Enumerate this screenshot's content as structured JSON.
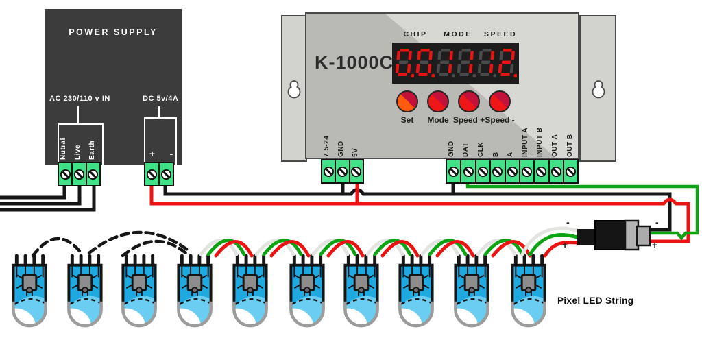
{
  "colors": {
    "black": "#161616",
    "red": "#ec1313",
    "green": "#0da414",
    "white_wire": "#e3e3e0",
    "terminal_green": "#41e287",
    "led_blue": "#1fa9e1",
    "led_blue_light": "#6ccdf2",
    "psu_body": "#3c3c3c",
    "controller_light": "#d7d7d3",
    "controller_dark": "#b9b9b5",
    "display_bg": "#1d1d1d",
    "display_lit": "#e81414",
    "display_ghost": "#4a4a4a",
    "button_red": "#ee1616",
    "button_dark": "#c3123a",
    "button_orange": "#ff5a0e"
  },
  "power_supply": {
    "title": "POWER SUPPLY",
    "ac_label": "AC 230/110 v IN",
    "dc_label": "DC 5v/4A",
    "ac_terminals": [
      "Nutral",
      "Live",
      "Earth"
    ],
    "dc_terminals": [
      "+",
      "-"
    ]
  },
  "controller": {
    "model": "K-1000C",
    "display_section_labels": [
      "CHIP",
      "MODE",
      "SPEED"
    ],
    "display": {
      "digits": [
        {
          "value": "0",
          "dot": true
        },
        {
          "value": "0",
          "dot": true
        },
        {
          "value": "1",
          "dot": false
        },
        {
          "value": "1",
          "dot": false
        },
        {
          "value": "1",
          "dot": false
        },
        {
          "value": "2",
          "dot": true
        }
      ],
      "values": {
        "chip": "00",
        "mode": "11",
        "speed": "12"
      }
    },
    "buttons": [
      "Set",
      "Mode",
      "Speed +",
      "Speed -"
    ],
    "power_terminals": [
      "7.5-24",
      "GND",
      "5V"
    ],
    "io_terminals": [
      "GND",
      "DAT",
      "CLK",
      "B",
      "A",
      "INPUT A",
      "INPUT B",
      "OUT A",
      "OUT B"
    ]
  },
  "connector": {
    "left": {
      "minus": "-",
      "plus": "+"
    },
    "right": {
      "minus": "-",
      "plus": "+"
    }
  },
  "led_string": {
    "label": "Pixel LED String",
    "count": 10
  }
}
